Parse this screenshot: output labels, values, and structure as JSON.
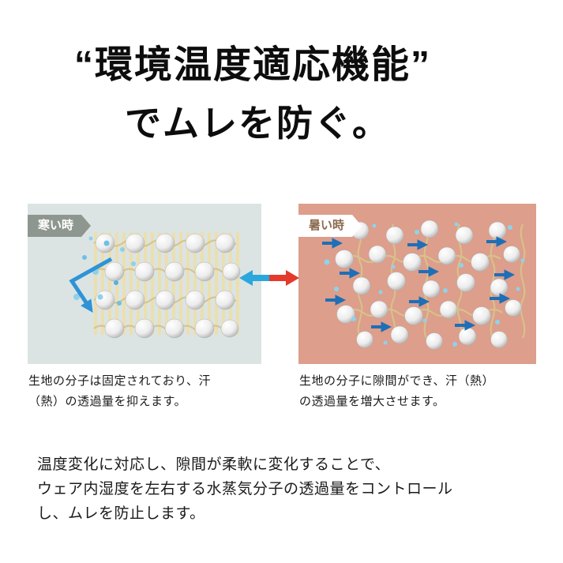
{
  "title": {
    "line1": "“環境温度適応機能”",
    "line2": "でムレを防ぐ。"
  },
  "diagram": {
    "cold_panel": {
      "label": "寒い時",
      "caption": "生地の分子は固定されており、汗\n（熱）の透過量を抑えます。",
      "bg_color": "#dbe4e3",
      "ribbon_color": "#8e978f",
      "vapor_arrow_color": "#2f93d6"
    },
    "hot_panel": {
      "label": "暑い時",
      "caption": "生地の分子に隙間ができ、汗（熱）\nの透過量を増大させます。",
      "bg_color": "#dd9e8b",
      "ribbon_text_color": "#8b6a4e",
      "vapor_arrow_color": "#1d6fb8"
    },
    "transition_arrow": {
      "cold_color": "#2aa7dc",
      "hot_color": "#e5392b"
    },
    "fiber_color": "#d8c38a",
    "molecule_color": "#e8e8e8"
  },
  "description": "温度変化に対応し、隙間が柔軟に変化することで、\nウェア内湿度を左右する水蒸気分子の透過量をコントロール\nし、ムレを防止します。"
}
